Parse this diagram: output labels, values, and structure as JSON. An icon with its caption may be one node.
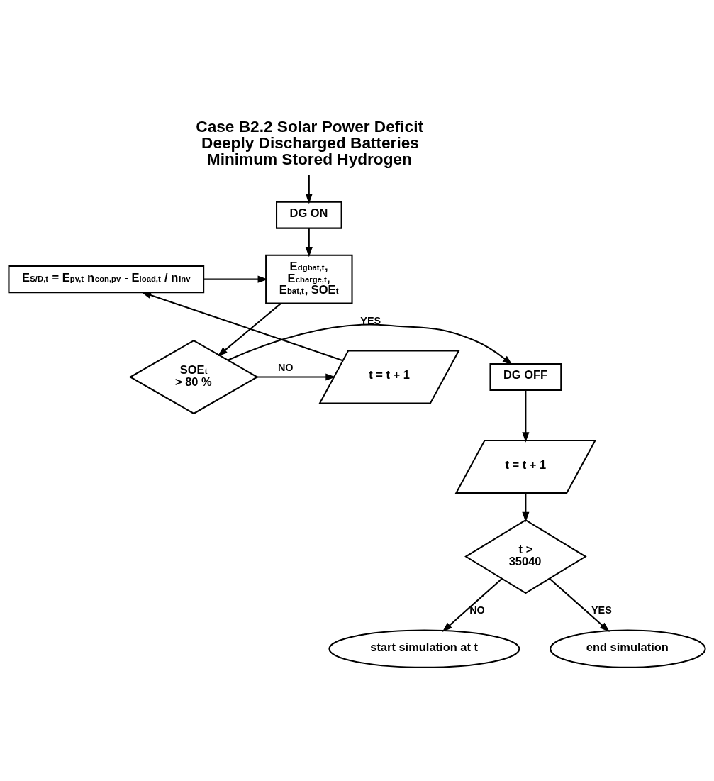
{
  "diagram": {
    "nodes": [
      {
        "text": [
          "Case B2.2 Solar Power Deficit Deeply Discharged Batteries Minimum Stored Hydrogen"
        ]
      },
      {
        "text": [
          "DG ON"
        ]
      },
      {
        "text": [
          "E$_{dgbat,t}$, E$_{charge,t}$, E$_{bat,t}$, SOE$_{t}$"
        ]
      },
      {
        "text": [
          "SOE$_{t}$ > 80 %"
        ]
      },
      {
        "text": [
          "DG OFF"
        ]
      },
      {
        "text": [
          "t = t + 1"
        ]
      },
      {
        "text": [
          "E$_{S/D,t}$ = E$_{pv,t}$ n$_{con,pv}$ - E$_{load,t}$ / n$_{inv}$"
        ]
      },
      {
        "text": [
          "t = t + 1"
        ]
      },
      {
        "text": [
          "t > 35040"
        ]
      },
      {
        "text": [
          "start simulation at t"
        ]
      },
      {
        "text": [
          "end simulation"
        ]
      }
    ],
    "edges": [
      {
        "from": 0,
        "to": 1,
        "arrow": "to"
      },
      {
        "from": 1,
        "to": 2,
        "arrow": "to"
      },
      {
        "from": 2,
        "to": 3,
        "arrow": "to"
      },
      {
        "from": 3,
        "to": 4,
        "arrow": "to",
        "label": "YES"
      },
      {
        "from": 3,
        "to": 5,
        "arrow": "to",
        "label": "NO"
      },
      {
        "from": 5,
        "to": 6,
        "arrow": "to"
      },
      {
        "from": 6,
        "to": 2,
        "arrow": "to"
      },
      {
        "from": 4,
        "to": 7,
        "arrow": "to"
      },
      {
        "from": 7,
        "to": 8,
        "arrow": "to"
      },
      {
        "from": 8,
        "to": 9,
        "arrow": "to",
        "label": "NO"
      },
      {
        "from": 8,
        "to": 10,
        "arrow": "to",
        "label": "YES"
      }
    ]
  }
}
